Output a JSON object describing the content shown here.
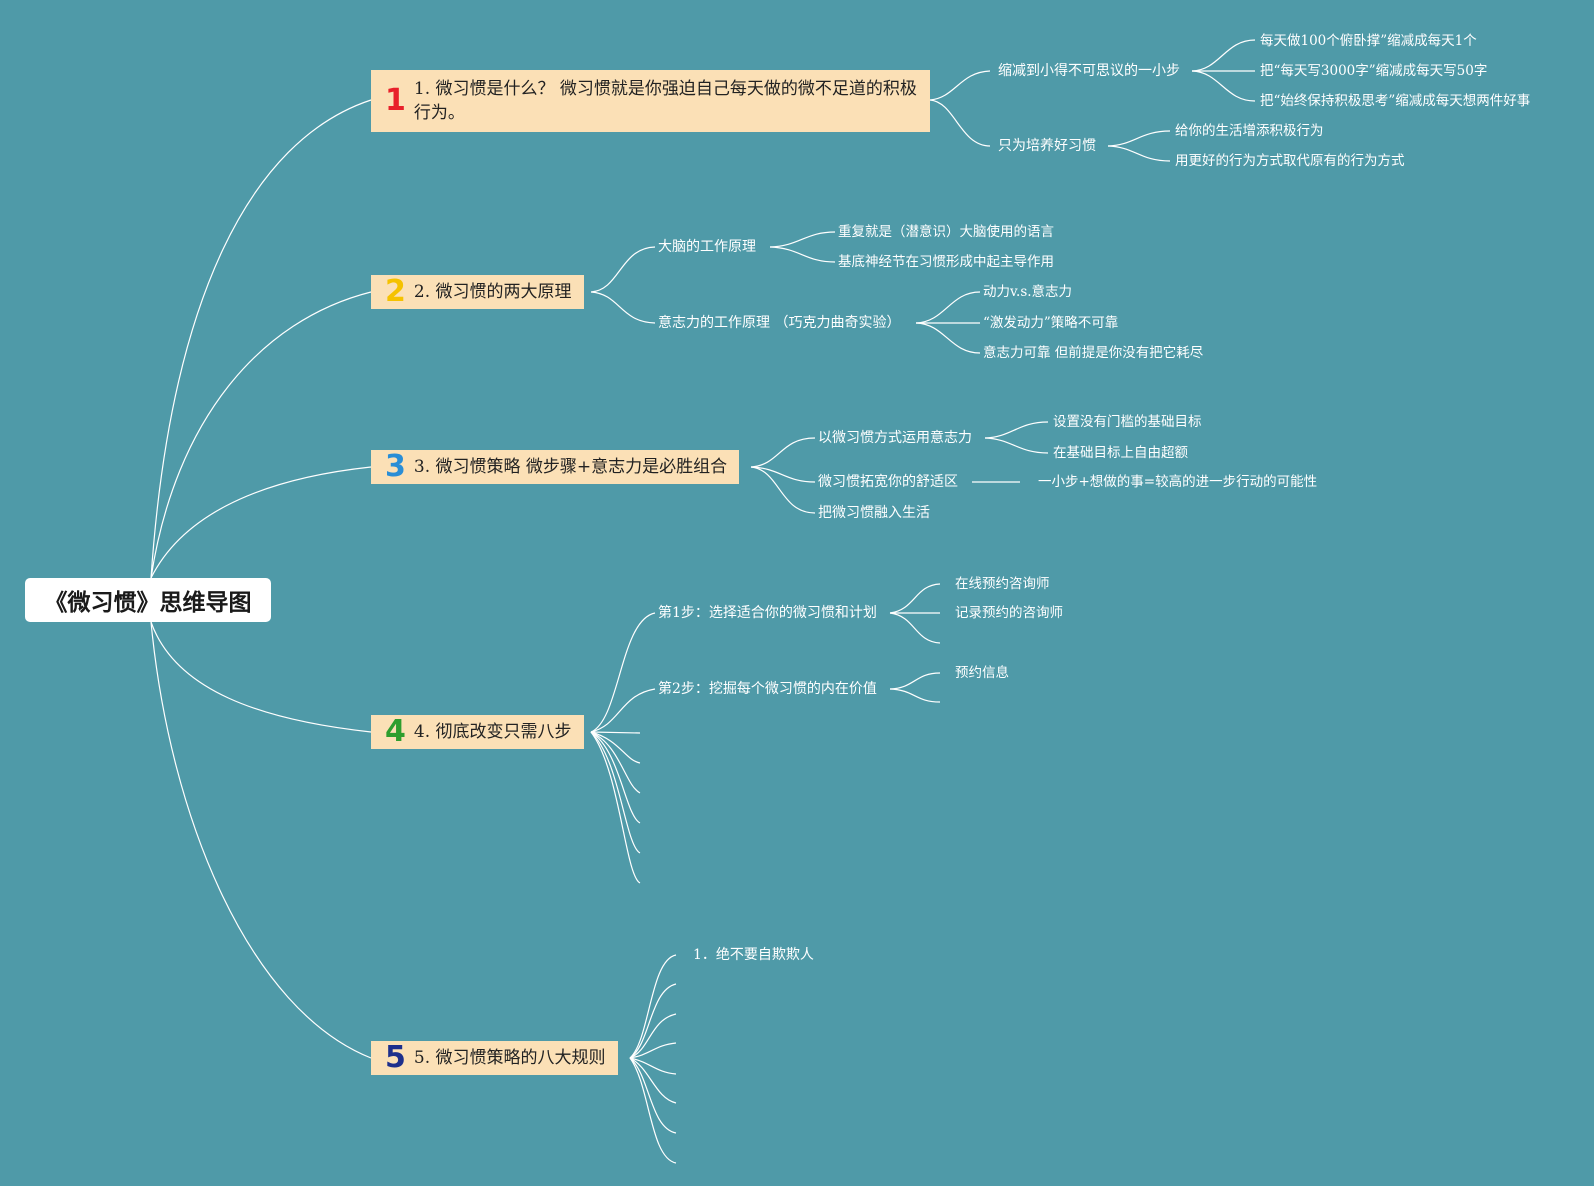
{
  "root": {
    "title": "《微习惯》思维导图"
  },
  "branches": [
    {
      "number": "1",
      "number_color": "#e8202a",
      "title": "1. 微习惯是什么？  微习惯就是你强迫自己每天做的微不足道的积极行为。",
      "children": [
        {
          "label": "缩减到小得不可思议的一小步",
          "children": [
            "每天做100个俯卧撑”缩减成每天1个",
            "把“每天写3000字”缩减成每天写50字",
            "把“始终保持积极思考”缩减成每天想两件好事"
          ]
        },
        {
          "label": "只为培养好习惯",
          "children": [
            "给你的生活增添积极行为",
            "用更好的行为方式取代原有的行为方式"
          ]
        }
      ]
    },
    {
      "number": "2",
      "number_color": "#f5c200",
      "title": "2. 微习惯的两大原理",
      "children": [
        {
          "label": "大脑的工作原理",
          "children": [
            "重复就是（潜意识）大脑使用的语言",
            "基底神经节在习惯形成中起主导作用"
          ]
        },
        {
          "label": "意志力的工作原理 （巧克力曲奇实验）",
          "children": [
            "动力v.s.意志力",
            "“激发动力”策略不可靠",
            "意志力可靠 但前提是你没有把它耗尽"
          ]
        }
      ]
    },
    {
      "number": "3",
      "number_color": "#2a8ed6",
      "title": "3. 微习惯策略 微步骤+意志力是必胜组合",
      "children": [
        {
          "label": "以微习惯方式运用意志力",
          "children": [
            "设置没有门槛的基础目标",
            "在基础目标上自由超额"
          ]
        },
        {
          "label": "微习惯拓宽你的舒适区",
          "children": [
            "一小步+想做的事=较高的进一步行动的可能性"
          ]
        },
        {
          "label": "把微习惯融入生活",
          "children": []
        }
      ]
    },
    {
      "number": "4",
      "number_color": "#2e9e2e",
      "title": "4. 彻底改变只需八步",
      "children": [
        {
          "label": "第1步：选择适合你的微习惯和计划",
          "children": [
            "在线预约咨询师",
            "记录预约的咨询师",
            ""
          ]
        },
        {
          "label": "第2步：挖掘每个微习惯的内在价值",
          "children": [
            "预约信息",
            ""
          ]
        }
      ]
    },
    {
      "number": "5",
      "number_color": "#1d2f8c",
      "title": "5. 微习惯策略的八大规则",
      "children": [
        {
          "label": "1．绝不要自欺欺人",
          "children": []
        }
      ]
    }
  ]
}
